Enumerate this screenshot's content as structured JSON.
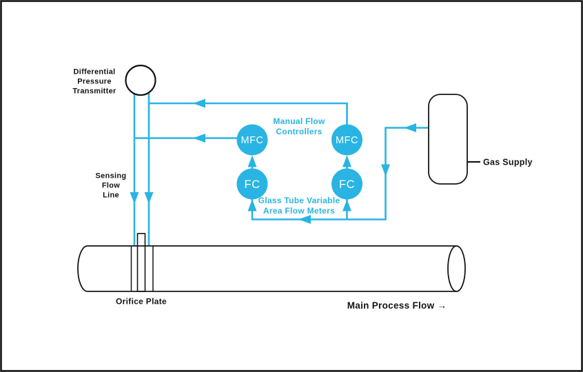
{
  "colors": {
    "accent": "#29B4E3",
    "ink": "#141414",
    "node_text": "#FFFFFF",
    "background": "#FFFFFF"
  },
  "diagram": {
    "transmitter_label": [
      "Differential",
      "Pressure",
      "Transmitter"
    ],
    "sensing_line_label": [
      "Sensing",
      "Flow",
      "Line"
    ],
    "manual_controllers_label": [
      "Manual Flow",
      "Controllers"
    ],
    "flow_meters_label": [
      "Glass Tube Variable",
      "Area Flow Meters"
    ],
    "orifice_label": "Orifice Plate",
    "gas_supply_label": "Gas Supply",
    "main_flow_label": "Main Process Flow →",
    "nodes": {
      "mfc": "MFC",
      "fc": "FC"
    }
  }
}
